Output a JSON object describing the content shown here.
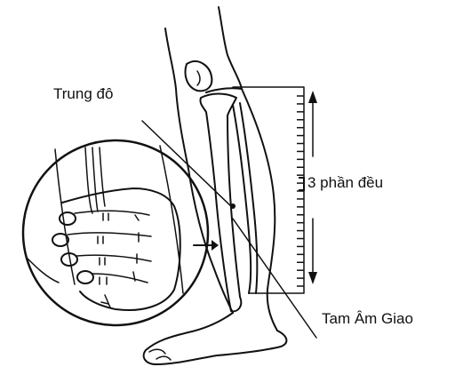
{
  "labels": {
    "trung_do": "Trung đô",
    "ba_phan_deu": "3 phần đều",
    "tam_am_giao": "Tam Âm Giao"
  },
  "colors": {
    "ink": "#111111",
    "background": "#ffffff"
  }
}
